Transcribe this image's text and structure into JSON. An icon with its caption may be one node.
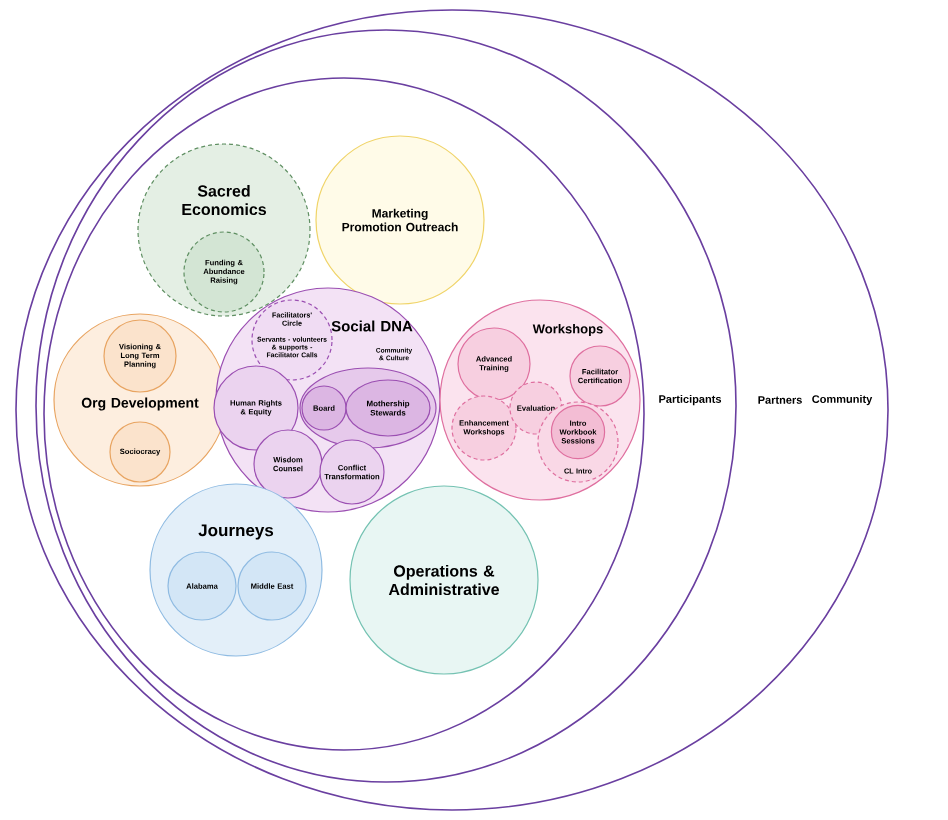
{
  "diagram": {
    "nodes": [
      {
        "text": [
          "Community"
        ]
      },
      {
        "text": [
          "Partners"
        ],
        "in": 0
      },
      {
        "text": [
          "Participants"
        ],
        "in": 1
      },
      {
        "text": [
          "Sacred Economics"
        ],
        "in": 2
      },
      {
        "text": [
          "Funding & Abundance Raising"
        ],
        "in": 3
      },
      {
        "text": [
          "Marketing Promotion Outreach"
        ],
        "in": 2
      },
      {
        "text": [
          "Org Development"
        ],
        "in": 2
      },
      {
        "text": [
          "Visioning & Long Term Planning"
        ],
        "in": 6
      },
      {
        "text": [
          "Sociocracy"
        ],
        "in": 6
      },
      {
        "text": [
          "Social DNA",
          "Community & Culture"
        ],
        "in": 2
      },
      {
        "text": [
          "Facilitators' Circle",
          "Servants - volunteers & supports - Facilitator Calls"
        ],
        "in": 9
      },
      {
        "text": [
          "Human Rights & Equity"
        ],
        "in": 9
      },
      {
        "text": [],
        "shape": "ellipse",
        "in": 9
      },
      {
        "text": [
          "Board"
        ],
        "in": 12
      },
      {
        "text": [
          "Mothership Stewards"
        ],
        "in": 12
      },
      {
        "text": [
          "Wisdom Counsel"
        ],
        "in": 9
      },
      {
        "text": [
          "Conflict Transformation"
        ],
        "in": 9
      },
      {
        "text": [
          "Workshops"
        ],
        "in": 2
      },
      {
        "text": [
          "Advanced Training"
        ],
        "in": 17
      },
      {
        "text": [
          "Facilitator Certification"
        ],
        "in": 17
      },
      {
        "text": [
          "Enhancement Workshops"
        ],
        "in": 17
      },
      {
        "text": [
          "Evaluation"
        ],
        "in": 17
      },
      {
        "text": [
          "CL Intro"
        ],
        "in": 17
      },
      {
        "text": [
          "Intro Workbook Sessions"
        ],
        "in": 22
      },
      {
        "text": [
          "Journeys"
        ],
        "in": 2
      },
      {
        "text": [
          "Alabama"
        ],
        "in": 24
      },
      {
        "text": [
          "Middle East"
        ],
        "in": 24
      },
      {
        "text": [
          "Operations & Administrative"
        ],
        "in": 2
      }
    ]
  }
}
